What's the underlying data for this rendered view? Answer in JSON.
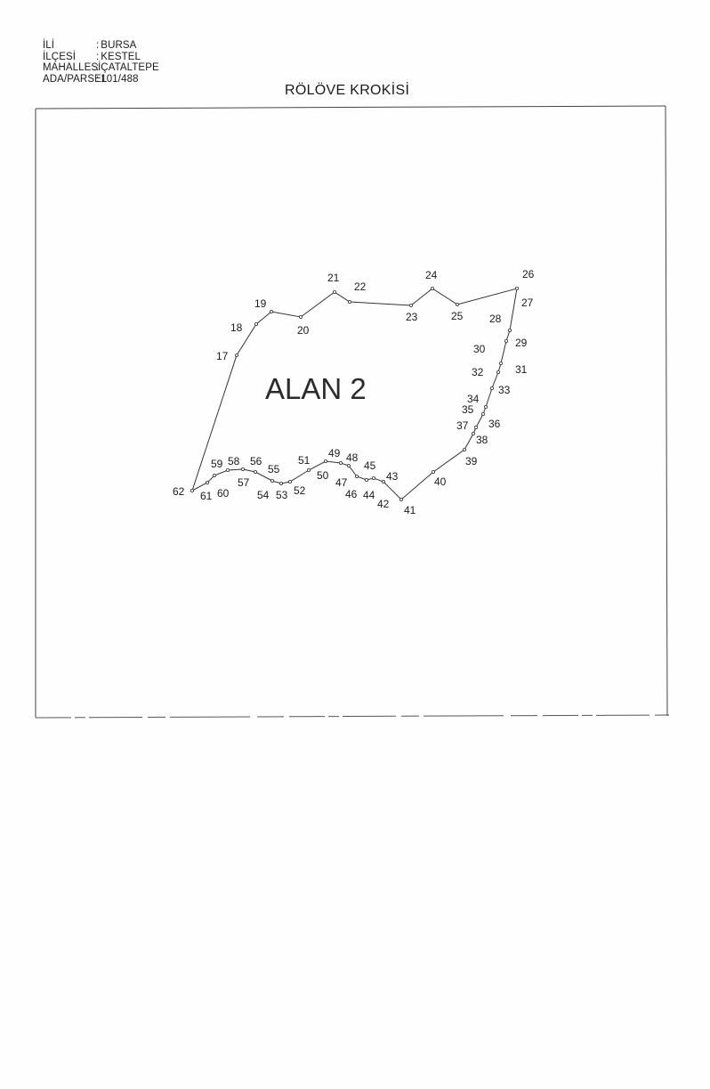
{
  "header": {
    "rows": [
      {
        "label": "İLİ",
        "sep": ":",
        "value": "BURSA"
      },
      {
        "label": "İLÇESİ",
        "sep": ":",
        "value": "KESTEL"
      },
      {
        "label": "MAHALLESİ",
        "sep": ":",
        "value": "ÇATALTEPE"
      },
      {
        "label": "ADA/PARSEL",
        "sep": ":",
        "value": "101/488"
      }
    ]
  },
  "title": "RÖLÖVE KROKİSİ",
  "sketch": {
    "area_label": "ALAN 2",
    "points": [
      {
        "id": "17"
      },
      {
        "id": "18"
      },
      {
        "id": "19"
      },
      {
        "id": "20"
      },
      {
        "id": "21"
      },
      {
        "id": "22"
      },
      {
        "id": "23"
      },
      {
        "id": "24"
      },
      {
        "id": "25"
      },
      {
        "id": "26"
      },
      {
        "id": "27"
      },
      {
        "id": "28"
      },
      {
        "id": "29"
      },
      {
        "id": "30"
      },
      {
        "id": "31"
      },
      {
        "id": "32"
      },
      {
        "id": "33"
      },
      {
        "id": "34"
      },
      {
        "id": "35"
      },
      {
        "id": "36"
      },
      {
        "id": "37"
      },
      {
        "id": "38"
      },
      {
        "id": "39"
      },
      {
        "id": "40"
      },
      {
        "id": "41"
      },
      {
        "id": "42"
      },
      {
        "id": "43"
      },
      {
        "id": "44"
      },
      {
        "id": "45"
      },
      {
        "id": "46"
      },
      {
        "id": "47"
      },
      {
        "id": "48"
      },
      {
        "id": "49"
      },
      {
        "id": "50"
      },
      {
        "id": "51"
      },
      {
        "id": "52"
      },
      {
        "id": "53"
      },
      {
        "id": "54"
      },
      {
        "id": "55"
      },
      {
        "id": "56"
      },
      {
        "id": "57"
      },
      {
        "id": "58"
      },
      {
        "id": "59"
      },
      {
        "id": "60"
      },
      {
        "id": "61"
      },
      {
        "id": "62"
      }
    ]
  }
}
